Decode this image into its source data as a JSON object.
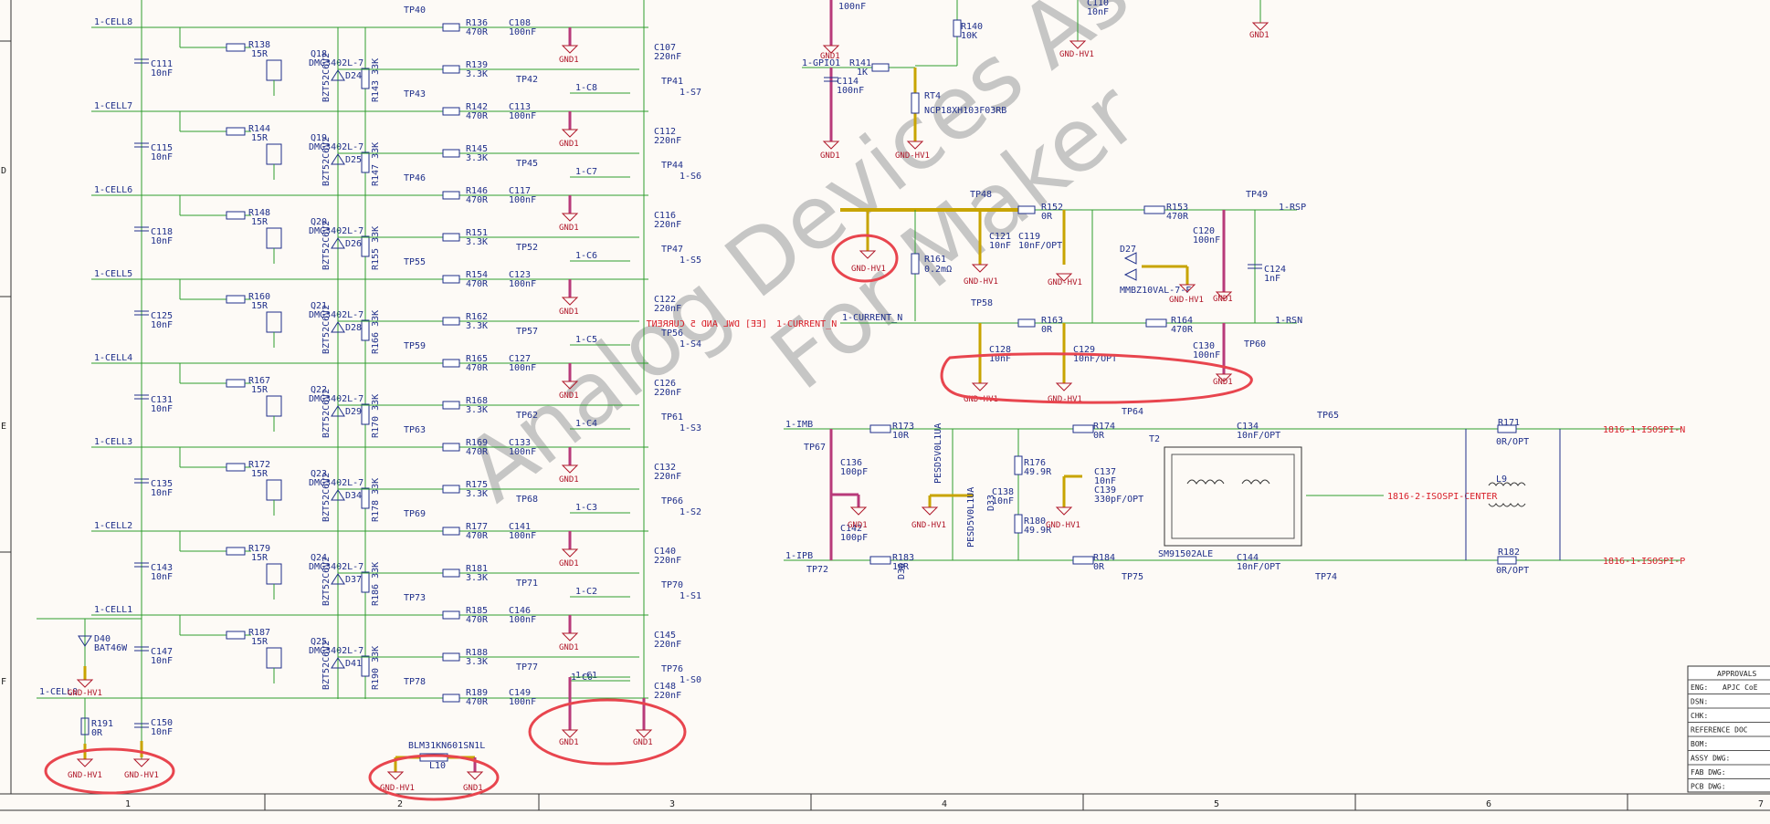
{
  "watermark": {
    "line1": "Analog Devices As",
    "line2": "For Maker"
  },
  "ruler": {
    "columns": [
      "1",
      "2",
      "3",
      "4",
      "5",
      "6",
      "7"
    ],
    "rows": [
      "D",
      "E",
      "F"
    ]
  },
  "title_block": {
    "heading": "APPROVALS",
    "rows": [
      {
        "label": "ENG:",
        "value": "APJC CoE"
      },
      {
        "label": "DSN:",
        "value": ""
      },
      {
        "label": "CHK:",
        "value": ""
      },
      {
        "label": "REFERENCE DOC",
        "value": ""
      },
      {
        "label": "BOM:",
        "value": ""
      },
      {
        "label": "ASSY DWG:",
        "value": ""
      },
      {
        "label": "FAB DWG:",
        "value": ""
      },
      {
        "label": "PCB DWG:",
        "value": ""
      }
    ]
  },
  "gnd": {
    "gnd1": "GND1",
    "gndhv1": "GND-HV1"
  },
  "cells": [
    {
      "net": "1-CELL8",
      "rc": "R136",
      "rcv": "470R",
      "rb": "R139",
      "rbv": "3.3K",
      "rg": "R138",
      "rgv": "15R",
      "q": "Q18",
      "qp": "DMG3402L-7",
      "d": "D24",
      "z": "BZT52C6V2",
      "rz": "R143",
      "rzv": "33K",
      "cs": "C111",
      "csv": "10nF",
      "cf": "C108",
      "cfv": "100nF",
      "co": "C107",
      "cov": "220nF",
      "tp1": "TP40",
      "tp2": "TP42",
      "tpo": "TP41",
      "cn": "1-C8",
      "sn": "1-S7"
    },
    {
      "net": "1-CELL7",
      "rc": "R142",
      "rcv": "470R",
      "rb": "R145",
      "rbv": "3.3K",
      "rg": "R144",
      "rgv": "15R",
      "q": "Q19",
      "qp": "DMG3402L-7",
      "d": "D25",
      "z": "BZT52C6V2",
      "rz": "R147",
      "rzv": "33K",
      "cs": "C115",
      "csv": "10nF",
      "cf": "C113",
      "cfv": "100nF",
      "co": "C112",
      "cov": "220nF",
      "tp1": "TP43",
      "tp2": "TP45",
      "tpo": "TP44",
      "cn": "1-C7",
      "sn": "1-S6"
    },
    {
      "net": "1-CELL6",
      "rc": "R146",
      "rcv": "470R",
      "rb": "R151",
      "rbv": "3.3K",
      "rg": "R148",
      "rgv": "15R",
      "q": "Q20",
      "qp": "DMG3402L-7",
      "d": "D26",
      "z": "BZT52C6V2",
      "rz": "R155",
      "rzv": "33K",
      "cs": "C118",
      "csv": "10nF",
      "cf": "C117",
      "cfv": "100nF",
      "co": "C116",
      "cov": "220nF",
      "tp1": "TP46",
      "tp2": "TP52",
      "tpo": "TP47",
      "cn": "1-C6",
      "sn": "1-S5"
    },
    {
      "net": "1-CELL5",
      "rc": "R154",
      "rcv": "470R",
      "rb": "R162",
      "rbv": "3.3K",
      "rg": "R160",
      "rgv": "15R",
      "q": "Q21",
      "qp": "DMG3402L-7",
      "d": "D28",
      "z": "BZT52C6V2",
      "rz": "R166",
      "rzv": "33K",
      "cs": "C125",
      "csv": "10nF",
      "cf": "C123",
      "cfv": "100nF",
      "co": "C122",
      "cov": "220nF",
      "tp1": "TP55",
      "tp2": "TP57",
      "tpo": "TP56",
      "cn": "1-C5",
      "sn": "1-S4"
    },
    {
      "net": "1-CELL4",
      "rc": "R165",
      "rcv": "470R",
      "rb": "R168",
      "rbv": "3.3K",
      "rg": "R167",
      "rgv": "15R",
      "q": "Q22",
      "qp": "DMG3402L-7",
      "d": "D29",
      "z": "BZT52C6V2",
      "rz": "R170",
      "rzv": "33K",
      "cs": "C131",
      "csv": "10nF",
      "cf": "C127",
      "cfv": "100nF",
      "co": "C126",
      "cov": "220nF",
      "tp1": "TP59",
      "tp2": "TP62",
      "tpo": "TP61",
      "cn": "1-C4",
      "sn": "1-S3"
    },
    {
      "net": "1-CELL3",
      "rc": "R169",
      "rcv": "470R",
      "rb": "R175",
      "rbv": "3.3K",
      "rg": "R172",
      "rgv": "15R",
      "q": "Q23",
      "qp": "DMG3402L-7",
      "d": "D34",
      "z": "BZT52C6V2",
      "rz": "R178",
      "rzv": "33K",
      "cs": "C135",
      "csv": "10nF",
      "cf": "C133",
      "cfv": "100nF",
      "co": "C132",
      "cov": "220nF",
      "tp1": "TP63",
      "tp2": "TP68",
      "tpo": "TP66",
      "cn": "1-C3",
      "sn": "1-S2"
    },
    {
      "net": "1-CELL2",
      "rc": "R177",
      "rcv": "470R",
      "rb": "R181",
      "rbv": "3.3K",
      "rg": "R179",
      "rgv": "15R",
      "q": "Q24",
      "qp": "DMG3402L-7",
      "d": "D37",
      "z": "BZT52C6V2",
      "rz": "R186",
      "rzv": "33K",
      "cs": "C143",
      "csv": "10nF",
      "cf": "C141",
      "cfv": "100nF",
      "co": "C140",
      "cov": "220nF",
      "tp1": "TP69",
      "tp2": "TP71",
      "tpo": "TP70",
      "cn": "1-C2",
      "sn": "1-S1"
    },
    {
      "net": "1-CELL1",
      "rc": "R185",
      "rcv": "470R",
      "rb": "R188",
      "rbv": "3.3K",
      "rg": "R187",
      "rgv": "15R",
      "q": "Q25",
      "qp": "DMG3402L-7",
      "d": "D41",
      "z": "BZT52C6V2",
      "rz": "R190",
      "rzv": "33K",
      "cs": "C147",
      "csv": "10nF",
      "cf": "C146",
      "cfv": "100nF",
      "co": "C145",
      "cov": "220nF",
      "tp1": "TP73",
      "tp2": "TP77",
      "tpo": "TP76",
      "cn": "1-C1",
      "sn": "1-S0"
    }
  ],
  "cell0": {
    "net": "1-CELL0",
    "r": "R189",
    "rv": "470R",
    "tp": "TP78",
    "cf": "C149",
    "cfv": "100nF",
    "cn": "1-C0",
    "co": "C148",
    "cov": "220nF",
    "c": "C150",
    "cv": "10nF",
    "r2": "R191",
    "r2v": "0R",
    "d": "D40",
    "dp": "BAT46W"
  },
  "ferrite": {
    "ref": "BLM31KN601SN1L",
    "pin": "L10"
  },
  "top_right": {
    "c_top": "100nF",
    "r140": "R140",
    "r140v": "10K",
    "c110": "C110",
    "c110v": "10nF",
    "gpio": "1-GPIO1",
    "r141": "R141",
    "r141v": "1K",
    "c114": "C114",
    "c114v": "100nF",
    "rt4": "RT4",
    "rt4p": "NCP18XH103F03RB"
  },
  "sense": {
    "tp48": "TP48",
    "tp49": "TP49",
    "r152": "R152",
    "r152v": "0R",
    "r153": "R153",
    "r153v": "470R",
    "rsp": "1-RSP",
    "r161": "R161",
    "r161v": "0.2mΩ",
    "c121": "C121",
    "c121v": "10nF",
    "c119": "C119",
    "c119v": "10nF/OPT",
    "d27": "D27",
    "d27p": "MMBZ10VAL-7-F",
    "c120": "C120",
    "c120v": "100nF",
    "c124": "C124",
    "c124v": "1nF",
    "cur": "1-CURRENT_N",
    "curp": "1-CURRENT_N",
    "mirror": "[EE] DWL AND 5 CURRENT",
    "tp58": "TP58",
    "r163": "R163",
    "r163v": "0R",
    "r164": "R164",
    "r164v": "470R",
    "rsn": "1-RSN",
    "tp60": "TP60",
    "c128": "C128",
    "c128v": "10nF",
    "c129": "C129",
    "c129v": "10nF/OPT",
    "c130": "C130",
    "c130v": "100nF"
  },
  "isospi": {
    "imb": "1-IMB",
    "ipb": "1-IPB",
    "tp67": "TP67",
    "tp72": "TP72",
    "r173": "R173",
    "r173v": "10R",
    "r183": "R183",
    "r183v": "10R",
    "c136": "C136",
    "c136v": "100pF",
    "c142": "C142",
    "c142v": "100pF",
    "d33": "D33",
    "d36": "D36",
    "dp": "PESD5V0L1UA",
    "c138": "C138",
    "c138v": "10nF",
    "r176": "R176",
    "r176v": "49.9R",
    "r180": "R180",
    "r180v": "49.9R",
    "tp64": "TP64",
    "r174": "R174",
    "r174v": "0R",
    "r184": "R184",
    "r184v": "0R",
    "tp75": "TP75",
    "c137": "C137",
    "c137v": "10nF",
    "c139": "C139",
    "c139v": "330pF/OPT",
    "t2": "T2",
    "t2p": "SM91502ALE",
    "c134": "C134",
    "c134v": "10nF/OPT",
    "c144": "C144",
    "c144v": "10nF/OPT",
    "tp65": "TP65",
    "tp74": "TP74",
    "ctr": "1816-2-ISOSPI-CENTER",
    "ctr_small": "1816-2-ISOSPI-CENTER",
    "r171": "R171",
    "r171v": "0R/OPT",
    "r182": "R182",
    "r182v": "0R/OPT",
    "l9": "L9",
    "outn": "1816-1-ISOSPI-N",
    "outp": "1816-1-ISOSPI-P"
  }
}
